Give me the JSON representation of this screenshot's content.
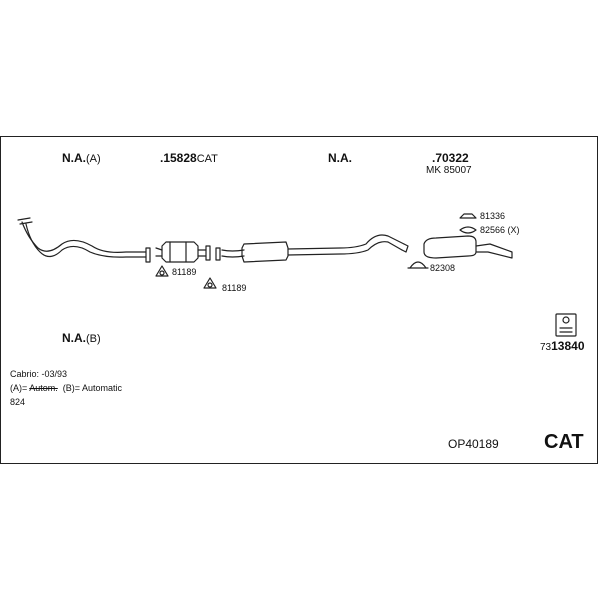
{
  "labels": {
    "na_a_main": "N.A.",
    "na_a_suffix": "(A)",
    "part_15828": ".15828",
    "part_15828_suffix": "CAT",
    "na_mid": "N.A.",
    "part_70322": ".70322",
    "mk_85007": "MK 85007",
    "part_81336": "81336",
    "part_82566": "82566 (X)",
    "part_82308": "82308",
    "part_81189_a": "81189",
    "part_81189_b": "81189",
    "na_b_main": "N.A.",
    "na_b_suffix": "(B)",
    "code_prefix": "73",
    "code_main": "13840"
  },
  "notes": {
    "line1": "Cabrio: -03/93",
    "line2_a_prefix": "(A)= ",
    "line2_a_struck": "Autom.",
    "line2_b": "  (B)= Automatic",
    "line3": "824"
  },
  "footer": {
    "kit_code": "OP40189",
    "type": "CAT"
  }
}
